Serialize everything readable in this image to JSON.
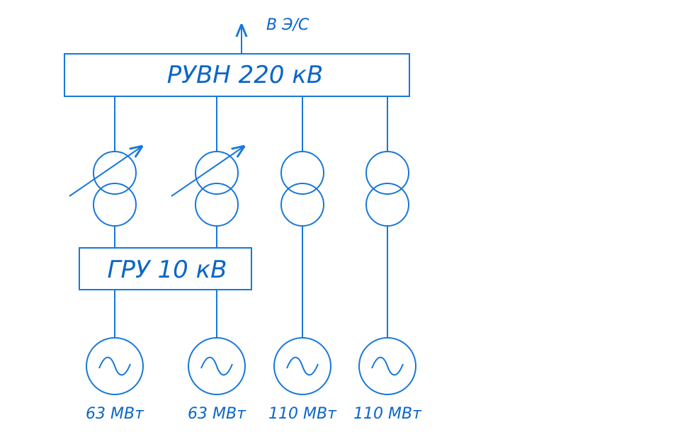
{
  "export_label": "В Э/С",
  "main_bus_label": "РУВН 220 кВ",
  "gen_bus_label": "ГРУ 10 кВ",
  "generators": [
    {
      "rating": "63 МВт"
    },
    {
      "rating": "63 МВт"
    },
    {
      "rating": "110 МВт"
    },
    {
      "rating": "110 МВт"
    }
  ],
  "colors": {
    "line": "#1878d8",
    "text": "#0a66c8"
  }
}
